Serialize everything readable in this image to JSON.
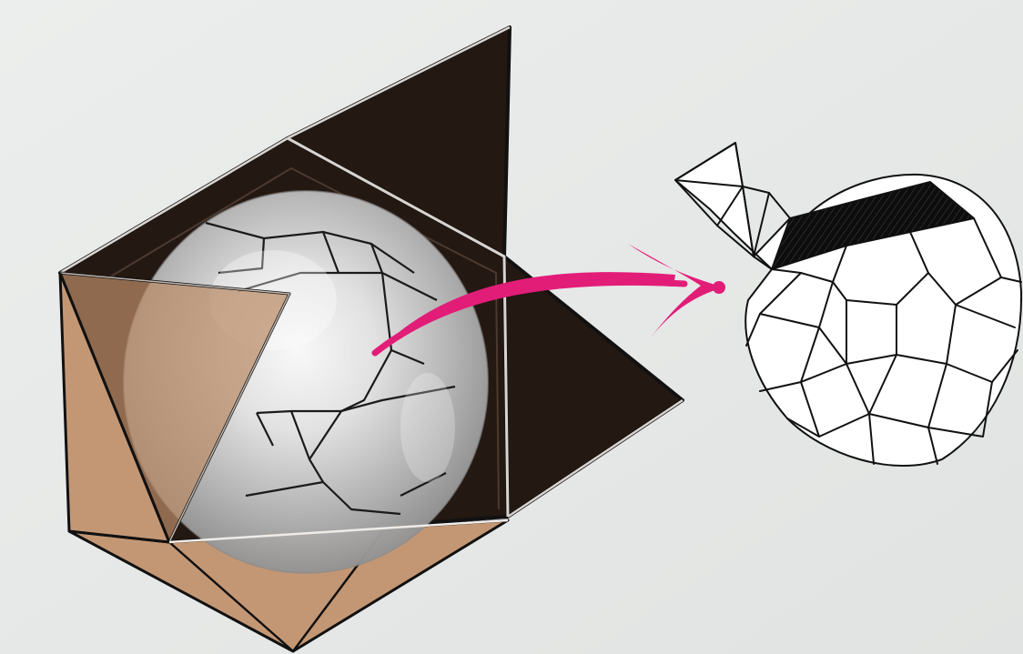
{
  "illustration": {
    "left_object": "sphere-in-folded-polyhedron",
    "arrow": "curved-arrow-right",
    "right_object": "faceted-sphere-wireframe"
  },
  "colors": {
    "background": "#e6e8e7",
    "dark_panel": "#241812",
    "tan_panel": "#c49774",
    "arrow": "#e21d78",
    "outline": "#111111"
  }
}
